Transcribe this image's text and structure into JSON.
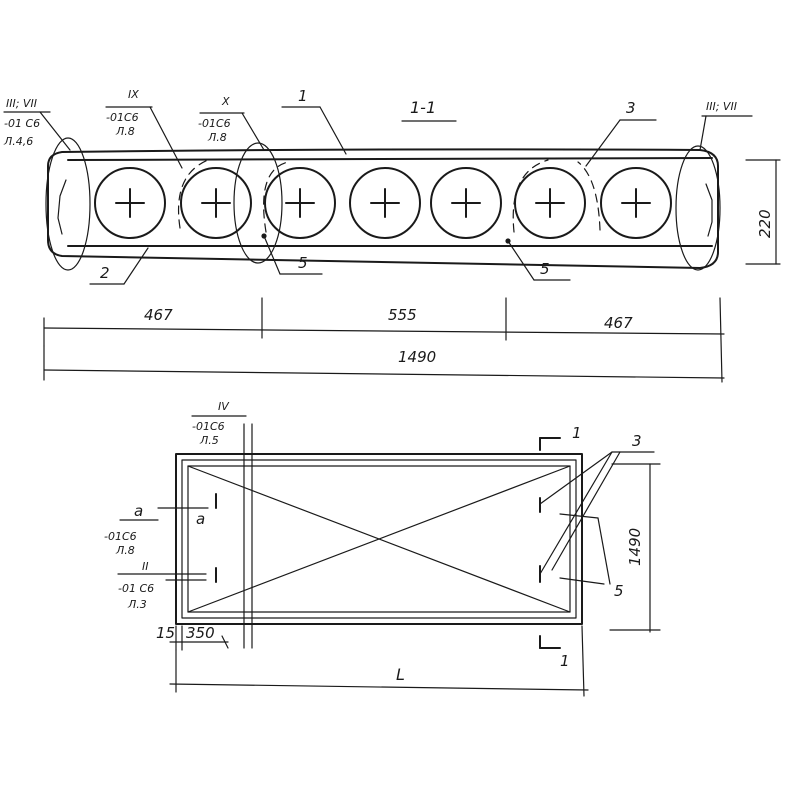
{
  "section": {
    "title": "1-1",
    "left_ref": {
      "mark": "III; VII",
      "sheet": "-01 C6",
      "page": "Л.4,6"
    },
    "ref_ix": {
      "mark": "IX",
      "sheet": "-01C6",
      "page": "Л.8"
    },
    "ref_x": {
      "mark": "X",
      "sheet": "-01C6",
      "page": "Л.8"
    },
    "right_ref": {
      "mark": "III; VII"
    },
    "leaders": {
      "p1": "1",
      "p2": "2",
      "p3": "3",
      "p5a": "5",
      "p5b": "5"
    },
    "dimensions": {
      "d1": "467",
      "d2": "555",
      "d3": "467",
      "total": "1490",
      "height": "220"
    }
  },
  "plan": {
    "ref_iv": {
      "mark": "IV",
      "sheet": "-01C6",
      "page": "Л.5"
    },
    "ref_a": {
      "mark": "а",
      "mark2": "а",
      "sheet": "-01C6",
      "page": "Л.8"
    },
    "ref_ii": {
      "mark": "II",
      "sheet": "-01 C6",
      "page": "Л.3"
    },
    "dims": {
      "d15": "15",
      "d350": "350",
      "length": "L",
      "width": "1490"
    },
    "labels": {
      "cut_top": "1",
      "cut_bottom": "1",
      "p3": "3",
      "p5": "5"
    }
  }
}
